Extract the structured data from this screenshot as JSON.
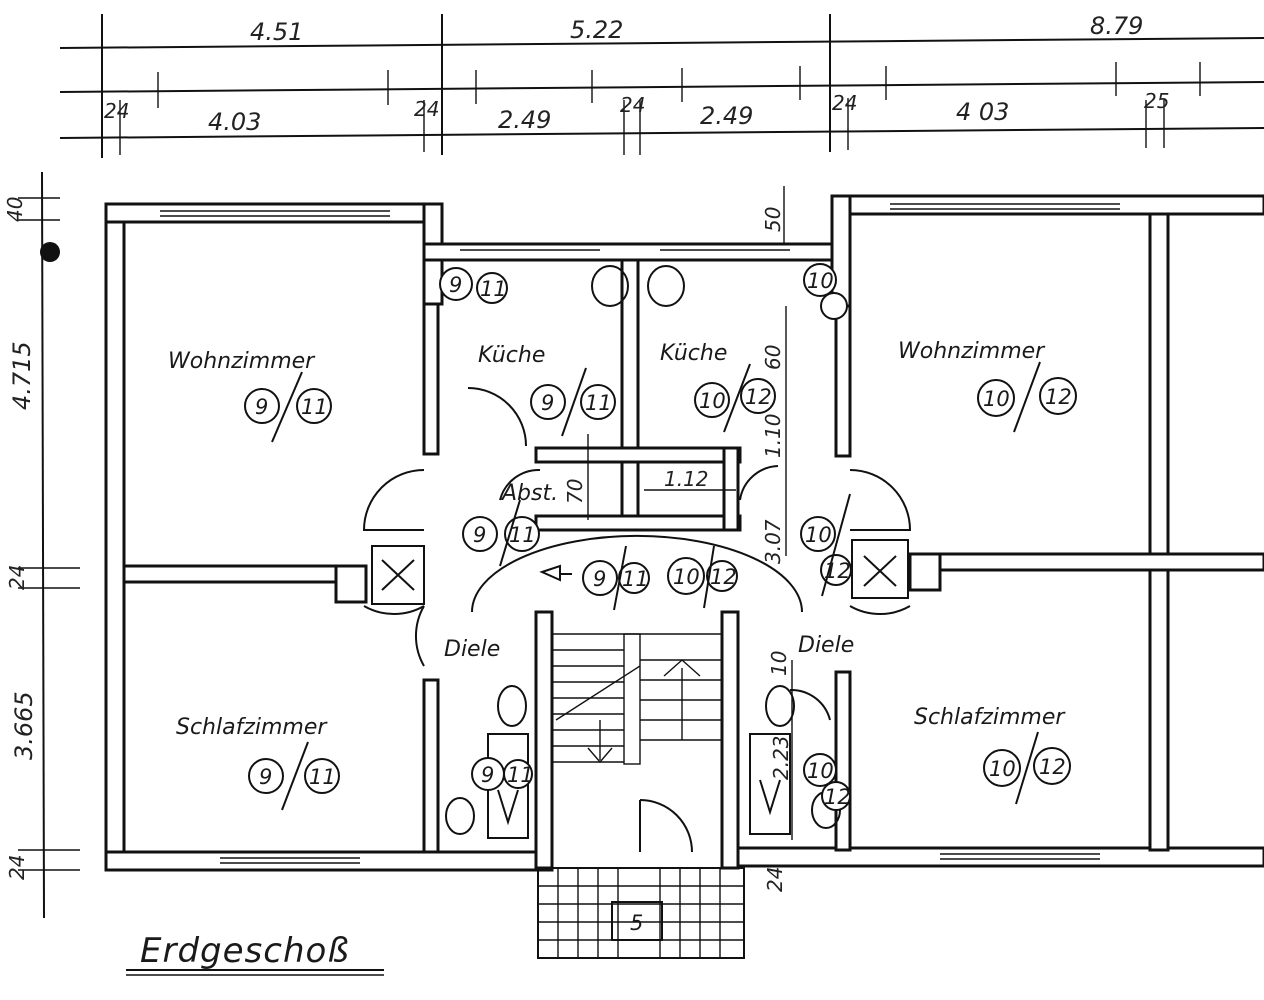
{
  "title": "Erdgeschoß",
  "dimensions_top": {
    "row1": [
      "4.51",
      "5.22",
      "8.79"
    ],
    "row3": [
      "24",
      "4.03",
      "24",
      "2.49",
      "24",
      "2.49",
      "24",
      "4 03",
      "25"
    ]
  },
  "dimensions_left": [
    "40",
    "4.715",
    "24",
    "3.665",
    "24"
  ],
  "inner_dims": {
    "d50": "50",
    "d60": "60",
    "d110": "1.10",
    "d307": "3.07",
    "d112": "1.12",
    "d70": "70",
    "d10": "10",
    "d223": "2.23",
    "d24b": "24"
  },
  "rooms": {
    "wohn_left": "Wohnzimmer",
    "schlaf_left": "Schlafzimmer",
    "kueche_left": "Küche",
    "kueche_right": "Küche",
    "wohn_right": "Wohnzimmer",
    "schlaf_right": "Schlafzimmer",
    "abst": "Abst.",
    "diele_left": "Diele",
    "diele_right": "Diele"
  },
  "unit_numbers": {
    "a": "9",
    "b": "11",
    "c": "10",
    "d": "12",
    "entrance": "5"
  }
}
